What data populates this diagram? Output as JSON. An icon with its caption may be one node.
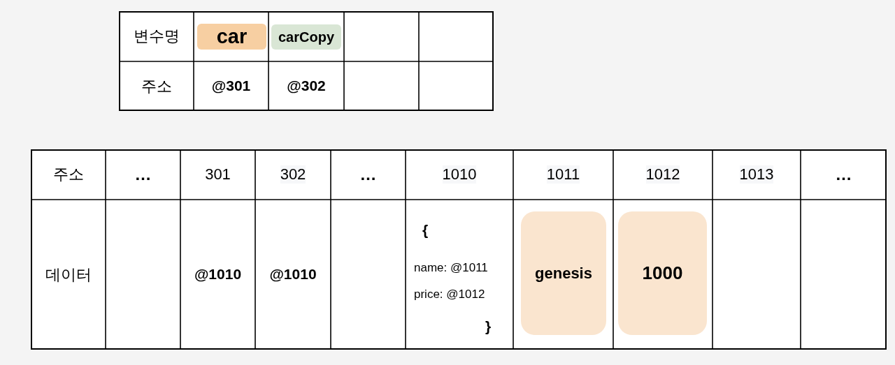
{
  "diagram": {
    "nodes": [
      {
        "text": [
          "car"
        ]
      },
      {
        "text": [
          "carCopy"
        ]
      },
      {
        "text": [
          "genesis"
        ]
      },
      {
        "text": [
          "1000"
        ]
      }
    ],
    "labels": [
      "변수명",
      "주소",
      "@301",
      "@302",
      "주소",
      "…",
      "301",
      "302",
      "…",
      "1010",
      "1011",
      "1012",
      "1013",
      "…",
      "데이터",
      "@1010",
      "@1010",
      "{",
      "name: @1011",
      "price: @1012",
      "}"
    ]
  }
}
